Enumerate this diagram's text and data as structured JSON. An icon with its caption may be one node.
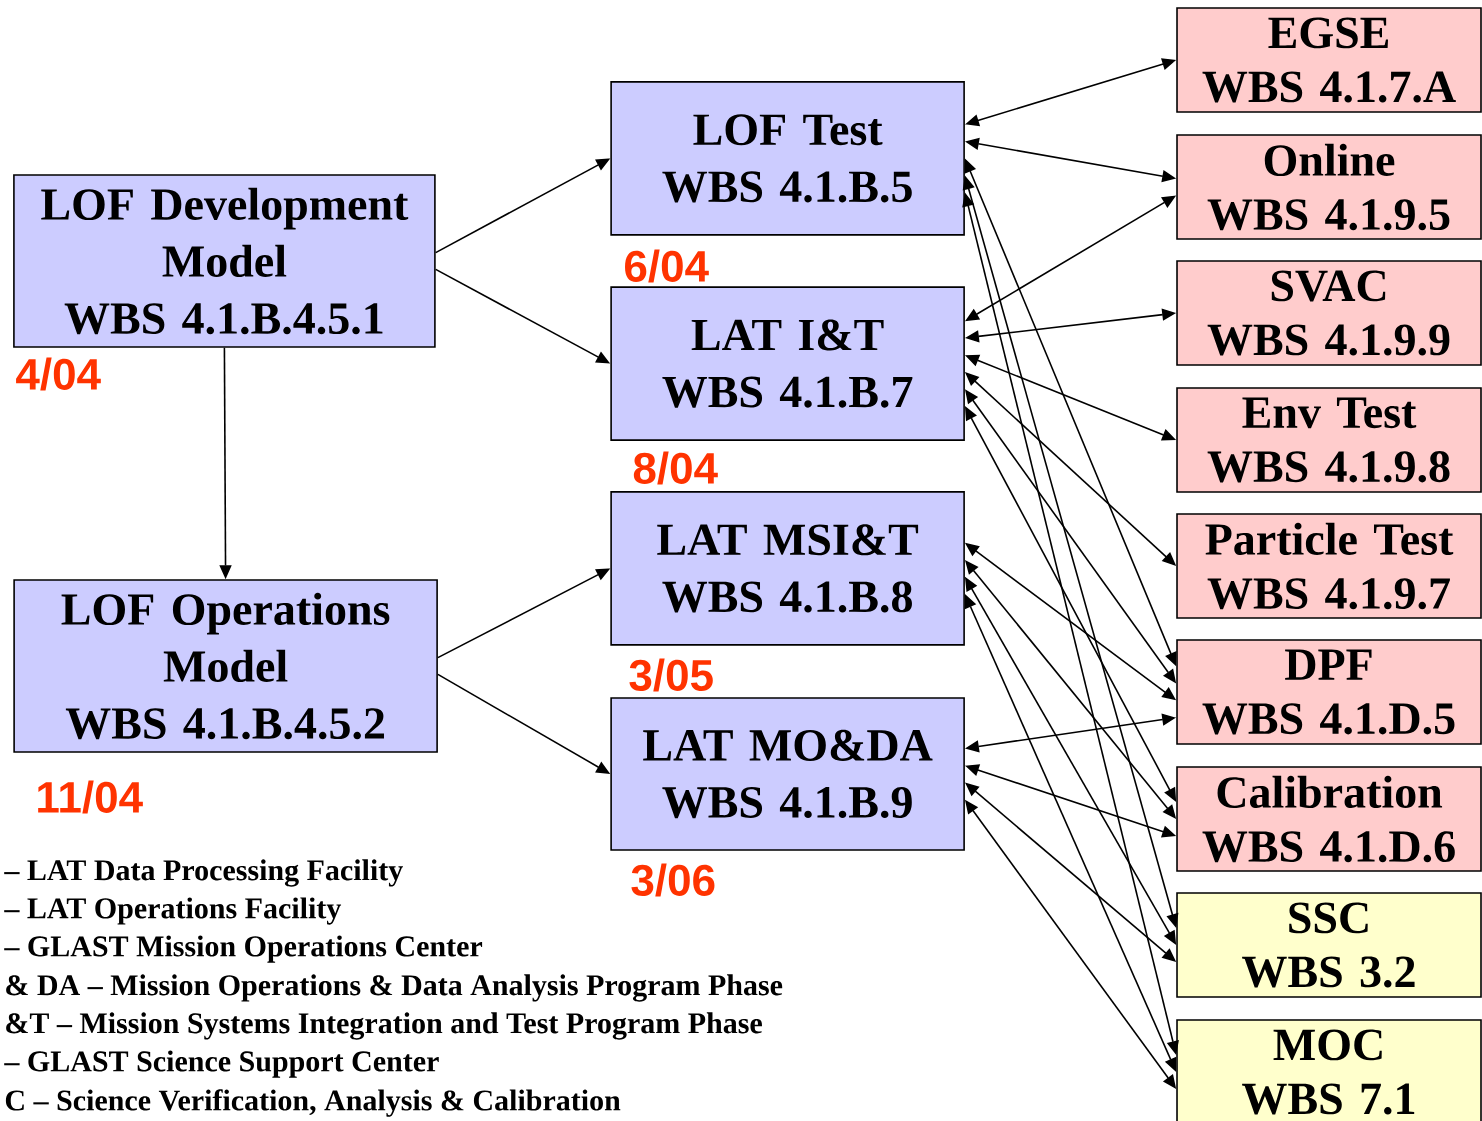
{
  "diagram": {
    "nodes": [
      {
        "text": [
          "LOF Development Model",
          "WBS 4.1.B.4.5.1"
        ],
        "beside": [
          "4/04"
        ]
      },
      {
        "text": [
          "LOF Operations Model",
          "WBS 4.1.B.4.5.2"
        ],
        "beside": [
          "11/04"
        ]
      },
      {
        "text": [
          "LOF Test",
          "WBS 4.1.B.5"
        ],
        "beside": [
          "6/04"
        ]
      },
      {
        "text": [
          "LAT I&T",
          "WBS 4.1.B.7"
        ],
        "beside": [
          "8/04"
        ]
      },
      {
        "text": [
          "LAT MSI&T",
          "WBS 4.1.B.8"
        ],
        "beside": [
          "3/05"
        ]
      },
      {
        "text": [
          "LAT MO&DA",
          "WBS 4.1.B.9"
        ],
        "beside": [
          "3/06"
        ]
      },
      {
        "text": [
          "EGSE",
          "WBS 4.1.7.A"
        ]
      },
      {
        "text": [
          "Online",
          "WBS 4.1.9.5"
        ]
      },
      {
        "text": [
          "SVAC",
          "WBS 4.1.9.9"
        ]
      },
      {
        "text": [
          "Env Test",
          "WBS 4.1.9.8"
        ]
      },
      {
        "text": [
          "Particle Test",
          "WBS 4.1.9.7"
        ]
      },
      {
        "text": [
          "DPF",
          "WBS 4.1.D.5"
        ]
      },
      {
        "text": [
          "Calibration",
          "WBS 4.1.D.6"
        ]
      },
      {
        "text": [
          "SSC",
          "WBS 3.2"
        ]
      },
      {
        "text": [
          "MOC",
          "WBS 7.1"
        ]
      }
    ],
    "edges": [
      {
        "from": 0,
        "to": 2,
        "arrow": "to"
      },
      {
        "from": 0,
        "to": 3,
        "arrow": "to"
      },
      {
        "from": 0,
        "to": 1,
        "arrow": "to"
      },
      {
        "from": 1,
        "to": 4,
        "arrow": "to"
      },
      {
        "from": 1,
        "to": 5,
        "arrow": "to"
      },
      {
        "from": 2,
        "to": 6,
        "arrow": "both"
      },
      {
        "from": 2,
        "to": 7,
        "arrow": "both"
      },
      {
        "from": 2,
        "to": 11,
        "arrow": "both"
      },
      {
        "from": 2,
        "to": 13,
        "arrow": "both"
      },
      {
        "from": 2,
        "to": 14,
        "arrow": "both"
      },
      {
        "from": 3,
        "to": 7,
        "arrow": "both"
      },
      {
        "from": 3,
        "to": 8,
        "arrow": "both"
      },
      {
        "from": 3,
        "to": 9,
        "arrow": "both"
      },
      {
        "from": 3,
        "to": 10,
        "arrow": "both"
      },
      {
        "from": 3,
        "to": 11,
        "arrow": "both"
      },
      {
        "from": 3,
        "to": 12,
        "arrow": "both"
      },
      {
        "from": 4,
        "to": 11,
        "arrow": "both"
      },
      {
        "from": 4,
        "to": 12,
        "arrow": "both"
      },
      {
        "from": 4,
        "to": 13,
        "arrow": "both"
      },
      {
        "from": 4,
        "to": 14,
        "arrow": "both"
      },
      {
        "from": 5,
        "to": 11,
        "arrow": "both"
      },
      {
        "from": 5,
        "to": 12,
        "arrow": "both"
      },
      {
        "from": 5,
        "to": 13,
        "arrow": "both"
      },
      {
        "from": 5,
        "to": 14,
        "arrow": "both"
      }
    ],
    "labels": [
      "– LAT Data Processing Facility",
      "– LAT Operations Facility",
      "– GLAST Mission Operations Center",
      "& DA – Mission Operations & Data Analysis Program Phase",
      "&T – Mission Systems Integration and Test Program Phase",
      "– GLAST Science Support Center",
      "C – Science Verification, Analysis & Calibration"
    ]
  }
}
